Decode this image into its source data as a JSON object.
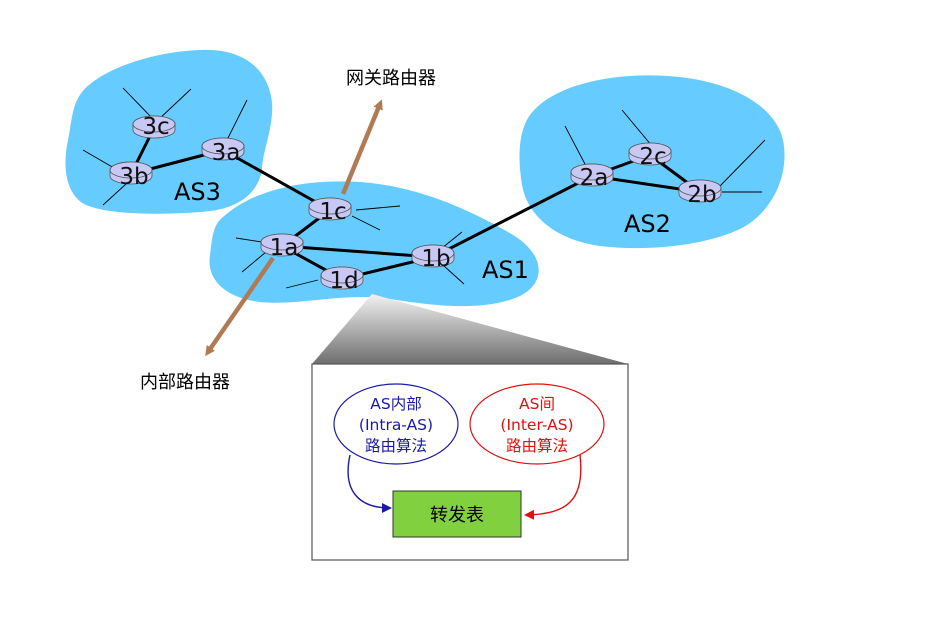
{
  "colors": {
    "cloud": "#66ccff",
    "router": "#c8c8f5",
    "arrow": "#b07a55",
    "intra": "#1a1aa8",
    "inter": "#e01010",
    "table_fill": "#80d040"
  },
  "as_labels": {
    "as1": "AS1",
    "as2": "AS2",
    "as3": "AS3"
  },
  "routers": {
    "r1a": "1a",
    "r1b": "1b",
    "r1c": "1c",
    "r1d": "1d",
    "r2a": "2a",
    "r2b": "2b",
    "r2c": "2c",
    "r3a": "3a",
    "r3b": "3b",
    "r3c": "3c"
  },
  "callouts": {
    "gateway": "网关路由器",
    "internal": "内部路由器"
  },
  "detail": {
    "intra": {
      "line1": "AS内部",
      "line2": "(Intra-AS)",
      "line3": "路由算法"
    },
    "inter": {
      "line1": "AS间",
      "line2": "(Inter-AS)",
      "line3": "路由算法"
    },
    "table": "转发表"
  }
}
